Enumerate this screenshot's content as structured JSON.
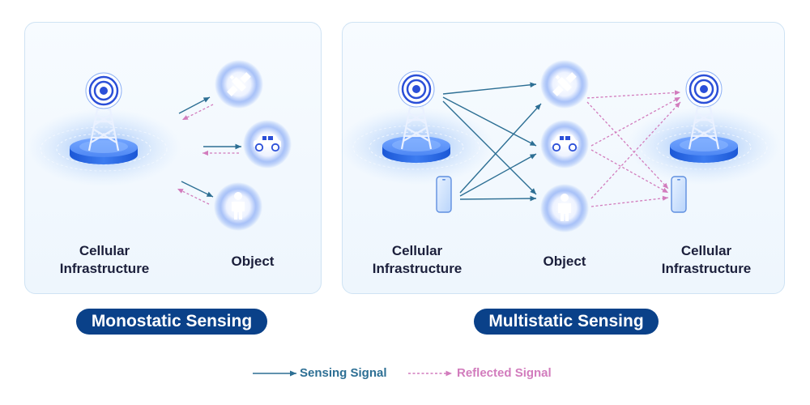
{
  "monostatic": {
    "title": "Monostatic Sensing",
    "tower_label": "Cellular\nInfrastructure",
    "object_label": "Object"
  },
  "multistatic": {
    "title": "Multistatic Sensing",
    "tx_label": "Cellular\nInfrastructure",
    "object_label": "Object",
    "rx_label": "Cellular\nInfrastructure"
  },
  "legend": {
    "sensing": "Sensing Signal",
    "reflected": "Reflected Signal"
  },
  "colors": {
    "sensing": "#2d6f94",
    "reflected": "#d27cbd",
    "pill": "#0a4189",
    "icon": "#2b4fd8"
  }
}
